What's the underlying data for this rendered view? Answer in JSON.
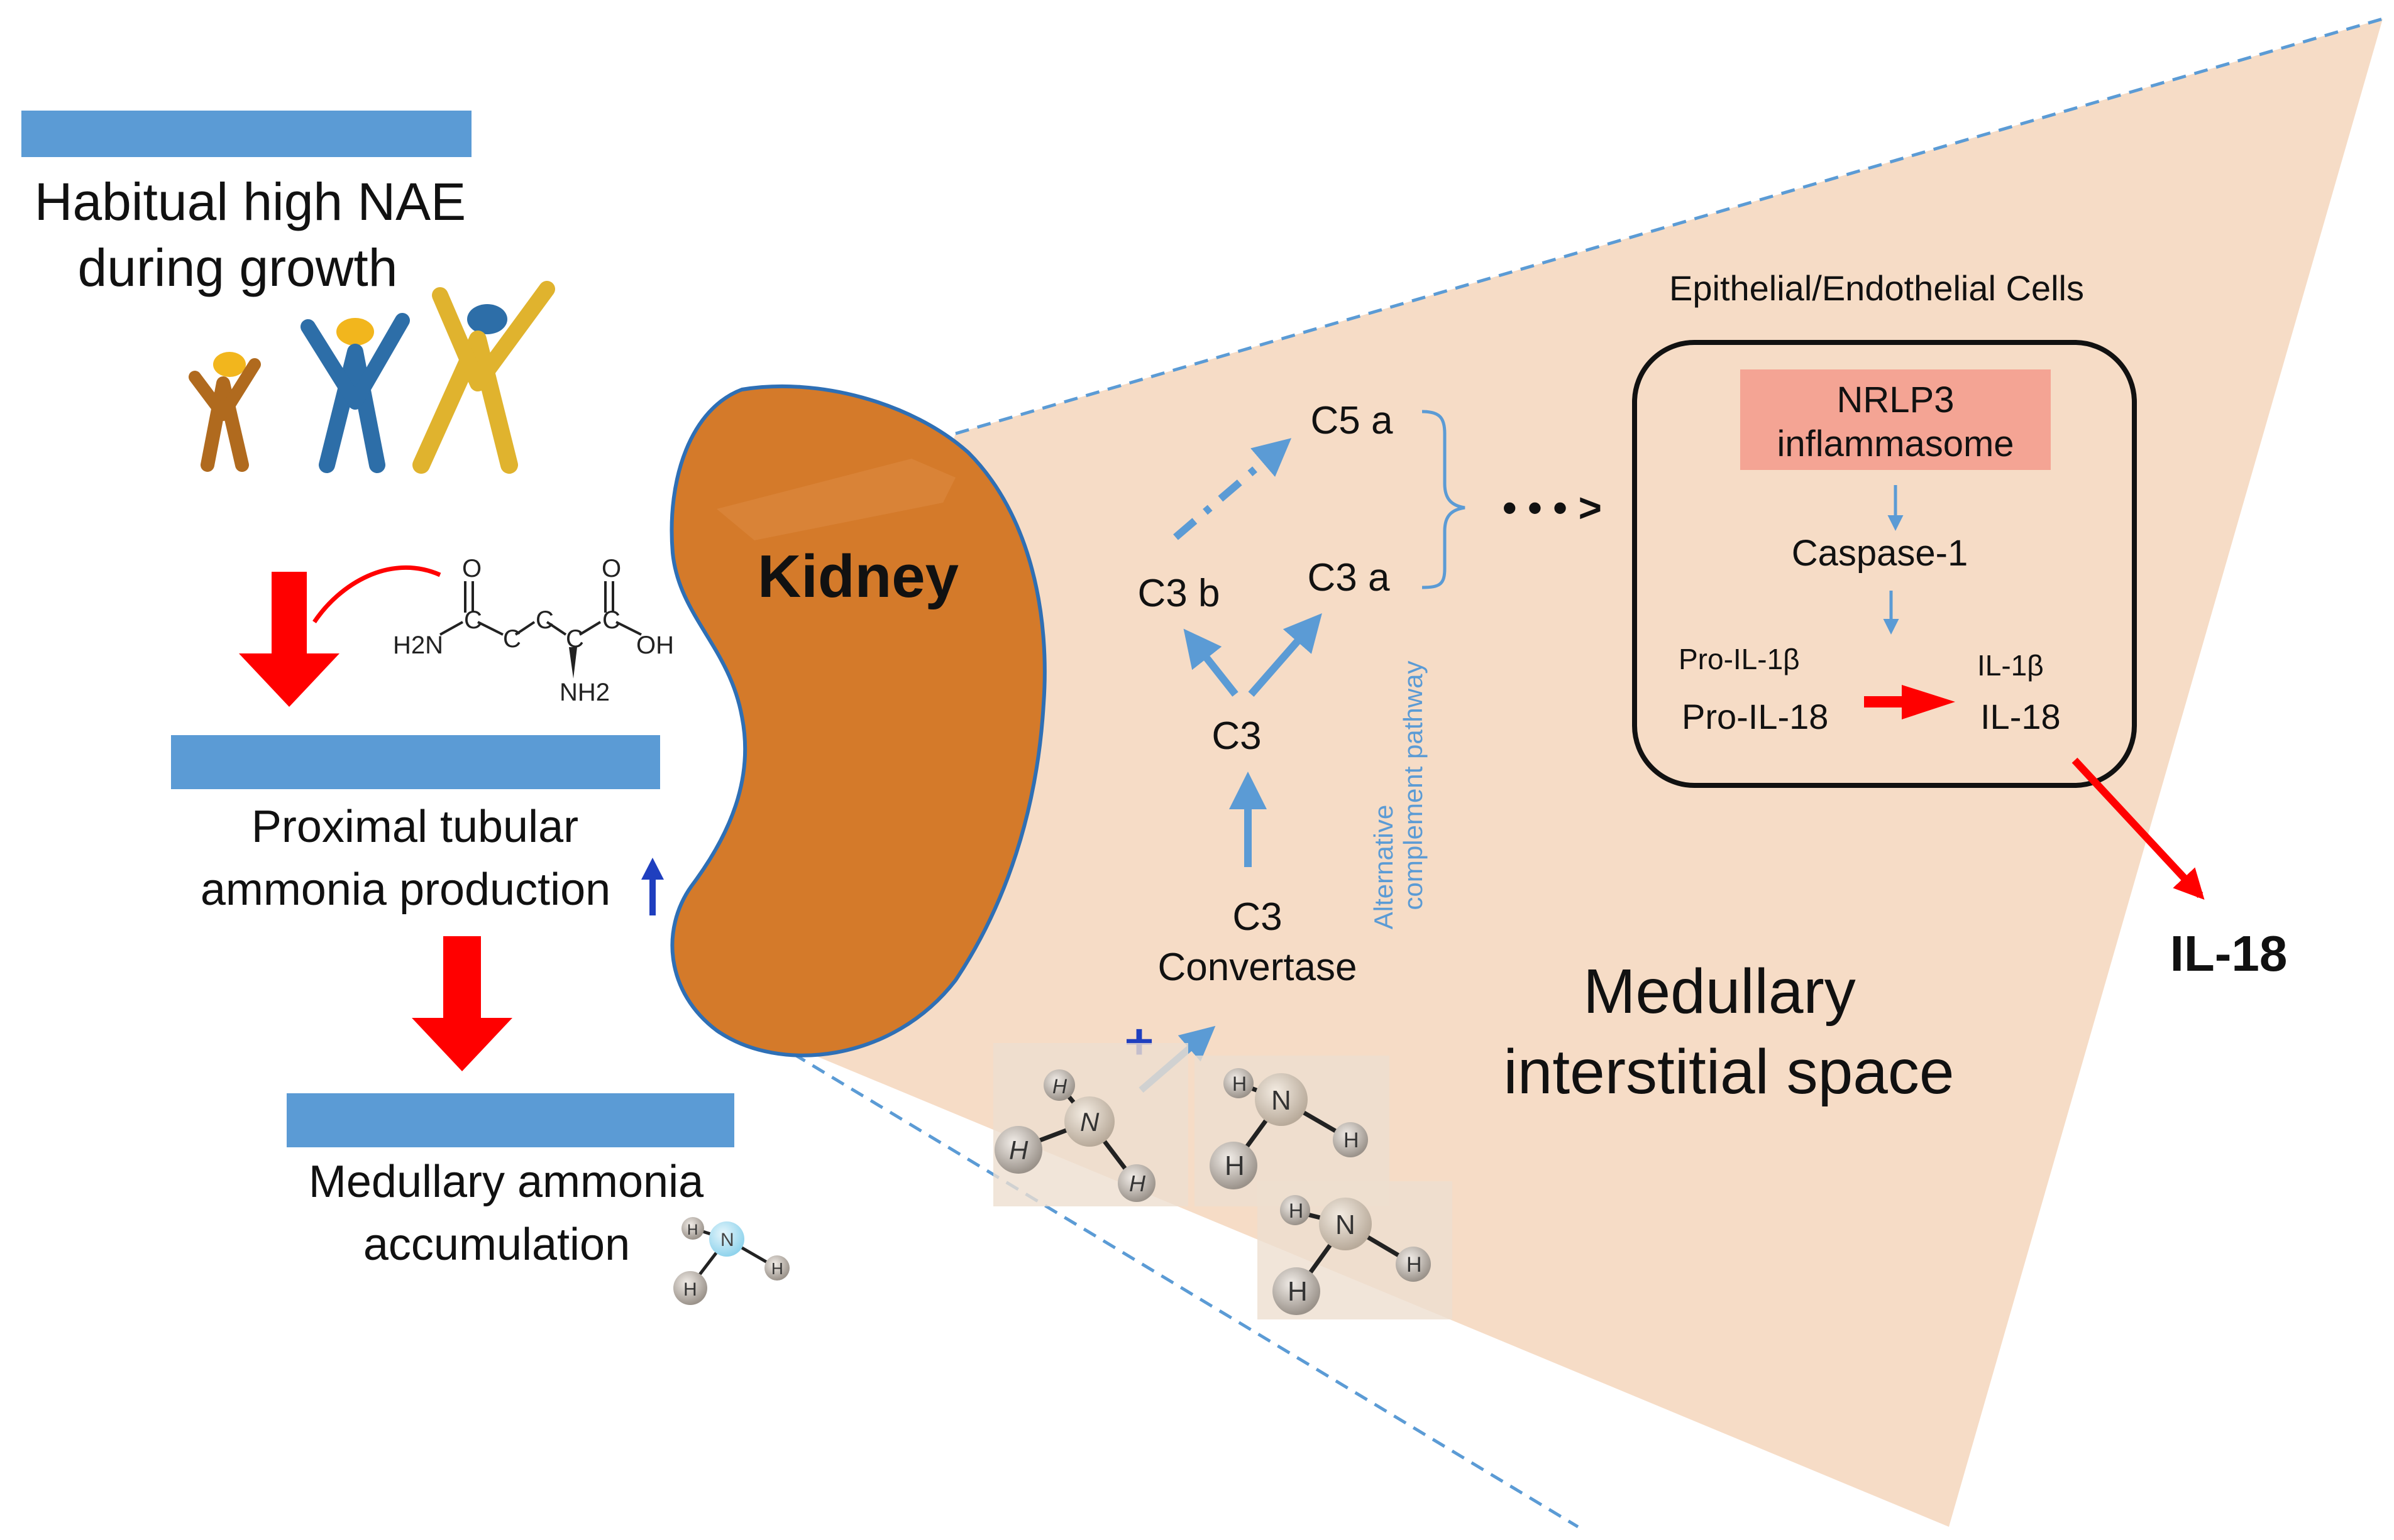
{
  "colors": {
    "blue_bar": "#5b9bd5",
    "red_arrow": "#ff0000",
    "pathway_blue": "#5b9bd5",
    "kidney_fill": "#d47a2a",
    "interstitial_fill": "#f6dcc6",
    "inflammasome_fill": "#f4a494",
    "up_arrow": "#1f3fbf",
    "plus": "#1f3fbf"
  },
  "left": {
    "step1_line1": "Habitual high NAE",
    "step1_line2": "during growth",
    "step2_line1": "Proximal tubular",
    "step2_line2": "ammonia production",
    "step3_line1": "Medullary ammonia",
    "step3_line2": "accumulation"
  },
  "glutamine": {
    "o1": "O",
    "o2": "O",
    "h2n": "H2N",
    "oh": "OH",
    "nh2": "NH2",
    "c": "C"
  },
  "kidney": {
    "label": "Kidney"
  },
  "complement": {
    "c5a": "C5 a",
    "c3a": "C3 a",
    "c3b": "C3 b",
    "c3": "C3",
    "convertase_line1": "C3",
    "convertase_line2": "Convertase",
    "pathway_line1": "Alternative",
    "pathway_line2": "complement pathway",
    "dots": "• • • >",
    "plus": "+"
  },
  "cell": {
    "title": "Epithelial/Endothelial Cells",
    "inflammasome_line1": "NRLP3",
    "inflammasome_line2": "inflammasome",
    "caspase": "Caspase-1",
    "pro_il1b": "Pro-IL-1β",
    "pro_il18": "Pro-IL-18",
    "il1b": "IL-1β",
    "il18": "IL-18"
  },
  "output": {
    "label": "IL-18"
  },
  "space": {
    "line1": "Medullary",
    "line2": "interstitial space"
  },
  "ammonia": {
    "n": "N",
    "h": "H"
  }
}
